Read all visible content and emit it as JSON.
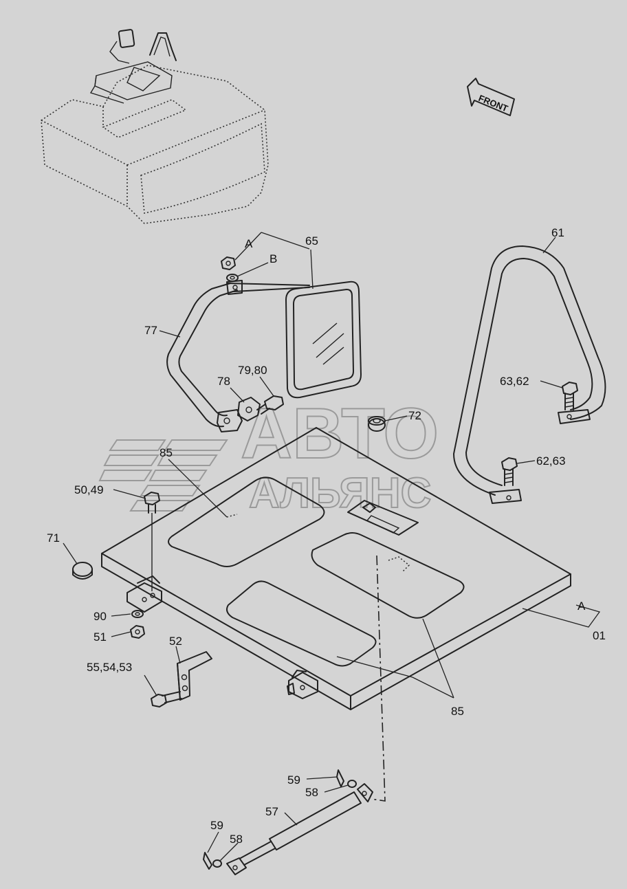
{
  "diagram": {
    "callouts": {
      "c65": "65",
      "c61": "61",
      "cA_top": "A",
      "cB": "B",
      "c77": "77",
      "c78": "78",
      "c7980": "79,80",
      "c6362": "63,62",
      "c72": "72",
      "c6263": "62,63",
      "c85_top": "85",
      "c5049": "50,49",
      "c71": "71",
      "c90": "90",
      "c51": "51",
      "c52": "52",
      "c555453": "55,54,53",
      "cA_right": "A",
      "c01": "01",
      "c85_bottom": "85",
      "c59_top": "59",
      "c58_top": "58",
      "c57": "57",
      "c59_bottom": "59",
      "c58_bottom": "58"
    },
    "front_arrow_label": "FRONT",
    "watermark": {
      "line1": "АВТО",
      "line2": "АЛЬЯНС"
    },
    "colors": {
      "background": "#d4d4d4",
      "line": "#222222",
      "watermark": "#9a9a9a"
    }
  }
}
